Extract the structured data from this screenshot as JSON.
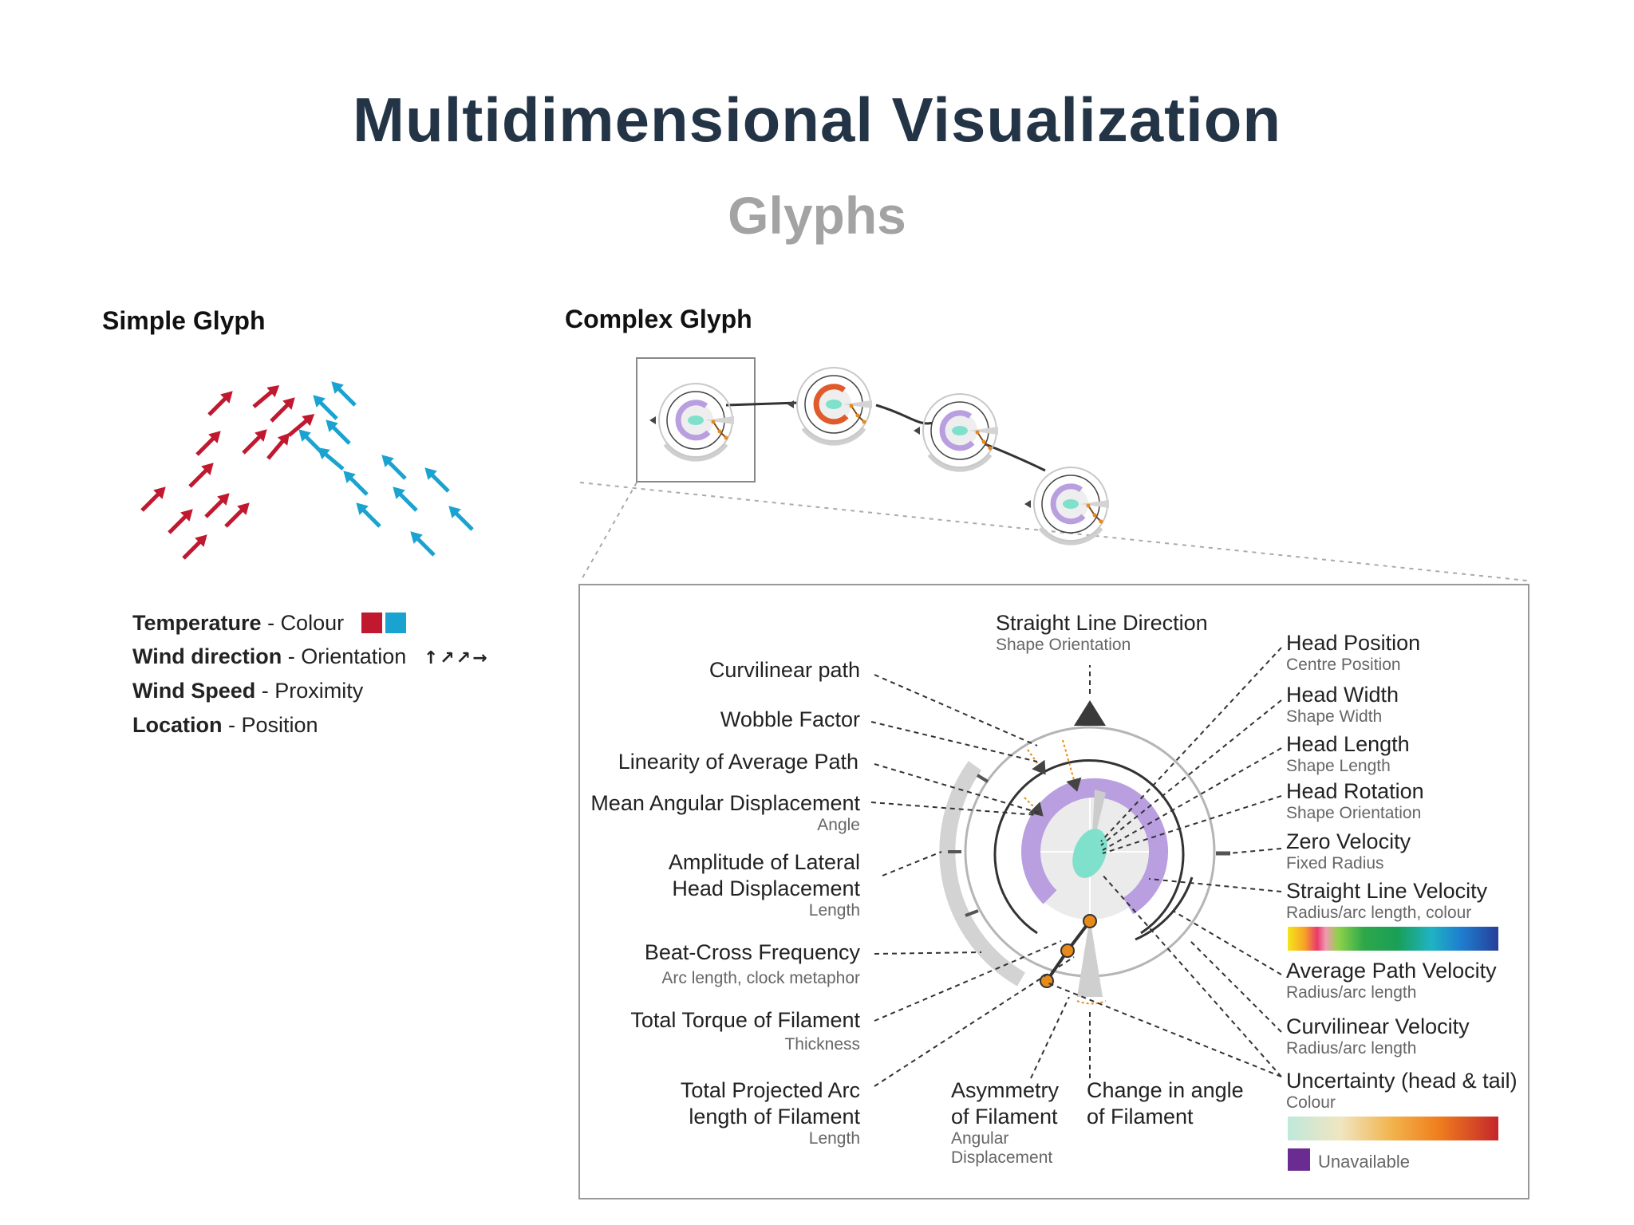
{
  "title": "Multidimensional Visualization",
  "subtitle": "Glyphs",
  "simple_glyph": {
    "heading": "Simple Glyph",
    "colors": {
      "warm": "#c0182f",
      "cool": "#1aa3d0"
    },
    "legend": [
      {
        "key": "Temperature",
        "value": " - Colour"
      },
      {
        "key": "Wind direction",
        "value": " - Orientation"
      },
      {
        "key": "Wind Speed",
        "value": " - Proximity"
      },
      {
        "key": "Location",
        "value": " - Position"
      }
    ],
    "orientation_symbols": "↑↗↗→"
  },
  "complex_glyph": {
    "heading": "Complex Glyph",
    "colors": {
      "accent": "#b99ee0",
      "highlight": "#e05a2b",
      "head": "#7fe0cc",
      "marker": "#e88a1a"
    },
    "labels_left": [
      {
        "main": "Curvilinear path",
        "sub": ""
      },
      {
        "main": "Wobble Factor",
        "sub": ""
      },
      {
        "main": "Linearity of Average Path",
        "sub": ""
      },
      {
        "main": "Mean Angular Displacement",
        "sub": "Angle"
      },
      {
        "main": "Amplitude of Lateral",
        "main2": "Head Displacement",
        "sub": "Length"
      },
      {
        "main": "Beat-Cross Frequency",
        "sub": "Arc length, clock metaphor"
      },
      {
        "main": "Total Torque of Filament",
        "sub": "Thickness"
      },
      {
        "main": "Total Projected Arc",
        "main2": "length of Filament",
        "sub": "Length"
      }
    ],
    "labels_top": {
      "main": "Straight Line Direction",
      "sub": "Shape Orientation"
    },
    "labels_bottom": [
      {
        "main": "Asymmetry",
        "main2": "of Filament",
        "sub": "Angular",
        "sub2": "Displacement"
      },
      {
        "main": "Change in angle",
        "main2": "of Filament",
        "sub": ""
      }
    ],
    "labels_right": [
      {
        "main": "Head Position",
        "sub": "Centre Position"
      },
      {
        "main": "Head Width",
        "sub": "Shape Width"
      },
      {
        "main": "Head Length",
        "sub": "Shape Length"
      },
      {
        "main": "Head Rotation",
        "sub": "Shape Orientation"
      },
      {
        "main": "Zero Velocity",
        "sub": "Fixed Radius"
      },
      {
        "main": "Straight Line Velocity",
        "sub": "Radius/arc length, colour"
      },
      {
        "main": "Average Path Velocity",
        "sub": "Radius/arc length"
      },
      {
        "main": "Curvilinear Velocity",
        "sub": "Radius/arc length"
      },
      {
        "main": "Uncertainty (head & tail)",
        "sub": "Colour"
      }
    ],
    "unavailable_label": "Unavailable"
  }
}
